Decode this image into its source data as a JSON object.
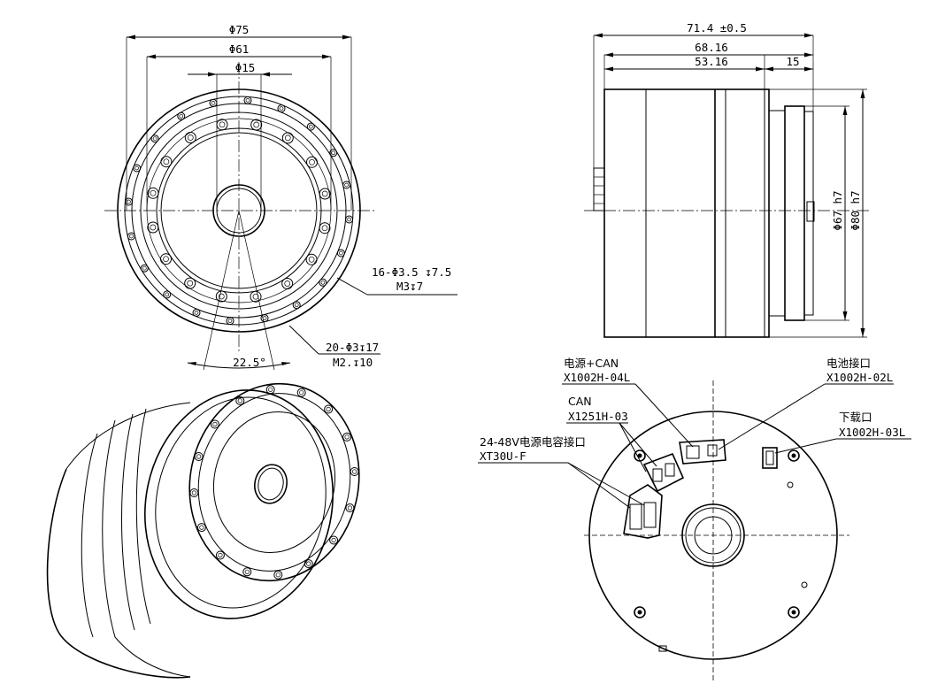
{
  "front_view": {
    "dia_outer": "Φ75",
    "dia_mid": "Φ61",
    "dia_inner": "Φ15",
    "hole_callout_line1": "16-Φ3.5 ↧7.5",
    "hole_callout_line2": "M3↧7",
    "hole_callout2_line1": "20-Φ3↧17",
    "hole_callout2_line2": "M2.↧10",
    "angle": "22.5°"
  },
  "side_view": {
    "length_total": "71.4  ±0.5",
    "length_a": "68.16",
    "length_b": "53.16",
    "length_c": "15",
    "dia_67": "Φ67 h7",
    "dia_80": "Φ80 h7"
  },
  "rear_view": {
    "connectors": [
      {
        "name": "电源+CAN",
        "part": "X1002H-04L"
      },
      {
        "name": "电池接口",
        "part": "X1002H-02L"
      },
      {
        "name": "CAN",
        "part": "X1251H-03"
      },
      {
        "name": "下载口",
        "part": "X1002H-03L"
      },
      {
        "name": "24-48V电源电容接口",
        "part": "XT30U-F"
      }
    ]
  }
}
